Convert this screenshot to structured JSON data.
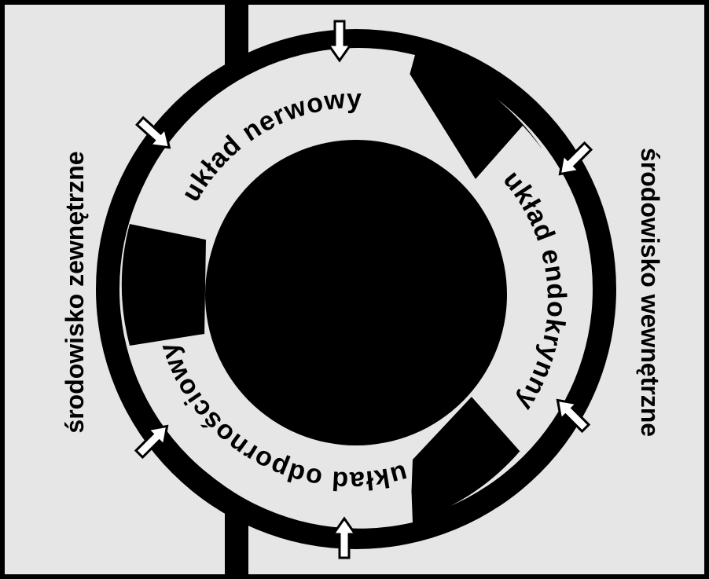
{
  "environments": {
    "external": {
      "label": "środowisko zewnętrzne"
    },
    "internal": {
      "label": "środowisko wewnętrzne"
    }
  },
  "systems": {
    "nervous": {
      "label": "układ nerwowy"
    },
    "endocrine": {
      "label": "układ endokrynny"
    },
    "immune": {
      "label": "układ odpornościowy"
    }
  },
  "colors": {
    "background": "#e6e6e6",
    "ink": "#000000",
    "arrow_fill": "#ffffff"
  },
  "arrows": [
    {
      "name": "arrow-top",
      "icon": "down-arrow-icon"
    },
    {
      "name": "arrow-upper-left",
      "icon": "arrow-icon"
    },
    {
      "name": "arrow-upper-right",
      "icon": "arrow-icon"
    },
    {
      "name": "arrow-lower-right",
      "icon": "arrow-icon"
    },
    {
      "name": "arrow-lower-left",
      "icon": "arrow-icon"
    },
    {
      "name": "arrow-bottom",
      "icon": "up-arrow-icon"
    }
  ]
}
